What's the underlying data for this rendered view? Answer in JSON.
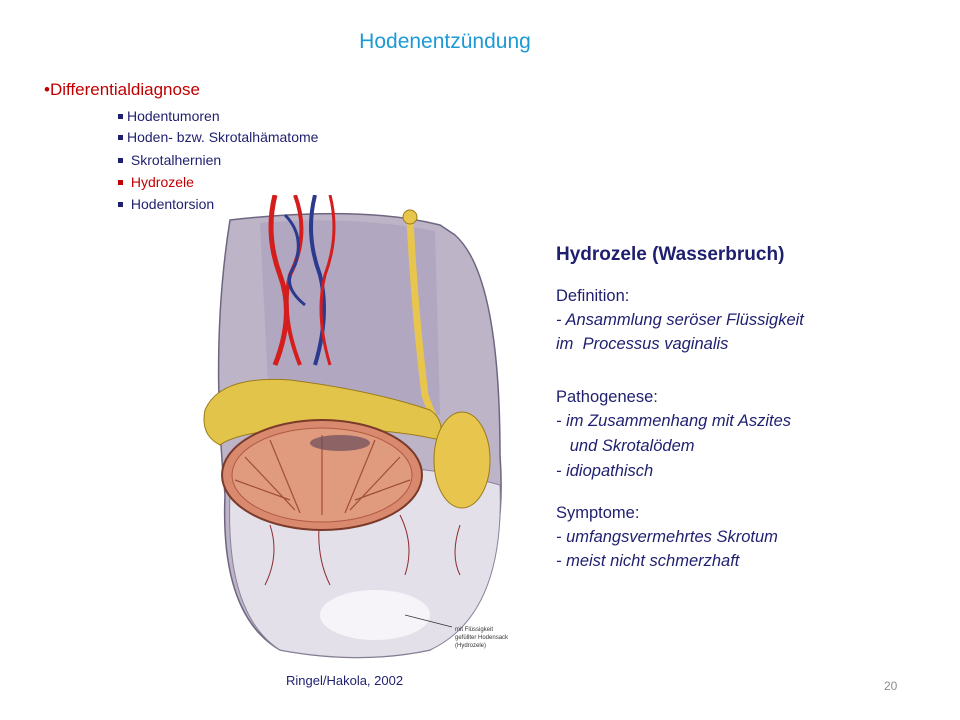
{
  "title": "Hodenentzündung",
  "differential": {
    "heading": "•Differentialdiagnose",
    "items": [
      {
        "label": "Hodentumoren",
        "color": "#1f1f6f"
      },
      {
        "label": "Hoden- bzw. Skrotalhämatome",
        "color": "#1f1f6f"
      },
      {
        "label": " Skrotalhernien",
        "color": "#1f1f6f"
      },
      {
        "label": " Hydrozele",
        "color": "#c00000"
      },
      {
        "label": " Hodentorsion",
        "color": "#1f1f6f"
      }
    ]
  },
  "hydrozele": {
    "title": "Hydrozele (Wasserbruch)",
    "definition_label": "Definition:",
    "definition_lines": [
      "- Ansammlung seröser Flüssigkeit",
      "im  Processus vaginalis"
    ],
    "pathogenese_label": "Pathogenese:",
    "pathogenese_lines": [
      "- im Zusammenhang mit Aszites",
      "   und Skrotalödem",
      "- idiopathisch"
    ],
    "symptome_label": "Symptome:",
    "symptome_lines": [
      "- umfangsvermehrtes Skrotum",
      "- meist nicht schmerzhaft"
    ]
  },
  "illustration": {
    "caption_lines": [
      "mit Flüssigkeit",
      "gefüllter Hodensack",
      "(Hydrozele)"
    ]
  },
  "credit": "Ringel/Hakola, 2002",
  "page_number": "20"
}
